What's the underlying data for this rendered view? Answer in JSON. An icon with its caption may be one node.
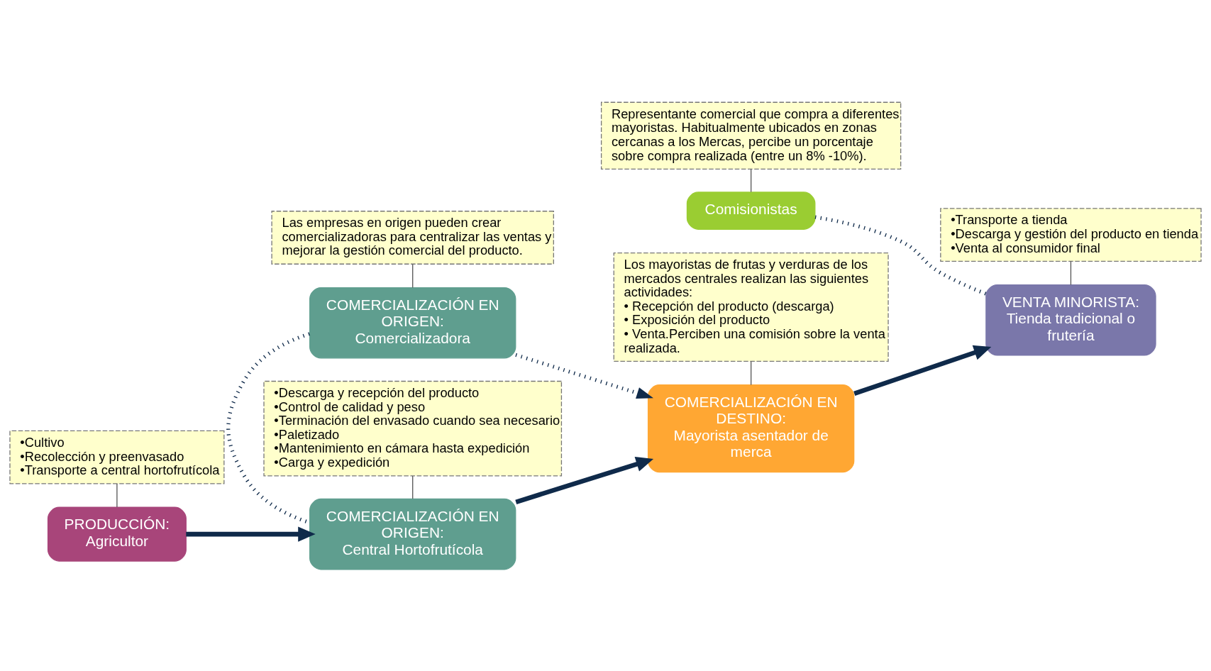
{
  "diagram": {
    "nodes": [
      {
        "text": [
          "•Cultivo",
          "•Recolección y preenvasado",
          "•Transporte a central hortofrutícola"
        ]
      },
      {
        "text": [
          "Las empresas en origen pueden crear comercializadoras para centralizar las ventas y mejorar la gestión comercial del producto."
        ]
      },
      {
        "text": [
          "Representante comercial que compra a diferentes mayoristas. Habitualmente ubicados en zonas cercanas a los Mercas, percibe un porcentaje sobre compra realizada (entre un 8% -10%)."
        ]
      },
      {
        "text": [
          "COMERCIALIZACIÓN EN ORIGEN:",
          "Comercializadora"
        ]
      },
      {
        "text": [
          "Comisionistas"
        ]
      },
      {
        "text": [
          "PRODUCCIÓN:",
          "Agricultor"
        ]
      },
      {
        "text": [
          "COMERCIALIZACIÓN EN ORIGEN:",
          "Central Hortofrutícola"
        ]
      },
      {
        "text": [
          "COMERCIALIZACIÓN EN DESTINO:",
          "Mayorista asentador de merca"
        ]
      },
      {
        "text": [
          "VENTA MINORISTA:",
          "Tienda tradicional o frutería"
        ]
      },
      {
        "text": [
          "•Descarga y recepción del producto",
          "•Control de calidad y peso",
          "•Terminación del envasado cuando sea necesario",
          "•Paletizado",
          "•Mantenimiento en cámara hasta expedición",
          "•Carga y expedición"
        ]
      },
      {
        "text": [
          "Los mayoristas de frutas y verduras de los mercados centrales realizan las siguientes actividades:",
          "• Recepción del producto (descarga)",
          "• Exposición del producto",
          "• Venta.Perciben una comisión sobre la venta realizada."
        ]
      },
      {
        "text": [
          "•Transporte a tienda",
          "•Descarga y gestión del producto en tienda",
          "•Venta al consumidor final"
        ]
      }
    ],
    "edges": [
      {
        "from": 0,
        "to": 5,
        "arrow": "none",
        "color": "#555555"
      },
      {
        "from": 1,
        "to": 3,
        "arrow": "none",
        "color": "#555555"
      },
      {
        "from": 2,
        "to": 4,
        "arrow": "none",
        "color": "#555555"
      },
      {
        "from": 5,
        "to": 6,
        "arrow": "to",
        "style": "thick"
      },
      {
        "from": 3,
        "to": 6,
        "arrow": "none",
        "style": "dashed"
      },
      {
        "from": 3,
        "to": 7,
        "arrow": "to",
        "style": "dashed"
      },
      {
        "from": 6,
        "to": 7,
        "arrow": "to",
        "style": "thick"
      },
      {
        "from": 7,
        "to": 8,
        "arrow": "to",
        "style": "thick"
      },
      {
        "from": 4,
        "to": 8,
        "arrow": "none",
        "style": "dashed"
      },
      {
        "from": 9,
        "to": 6,
        "arrow": "none",
        "color": "#555555"
      },
      {
        "from": 10,
        "to": 7,
        "arrow": "none",
        "color": "#555555"
      },
      {
        "from": 11,
        "to": 8,
        "arrow": "none",
        "color": "#555555"
      }
    ]
  }
}
